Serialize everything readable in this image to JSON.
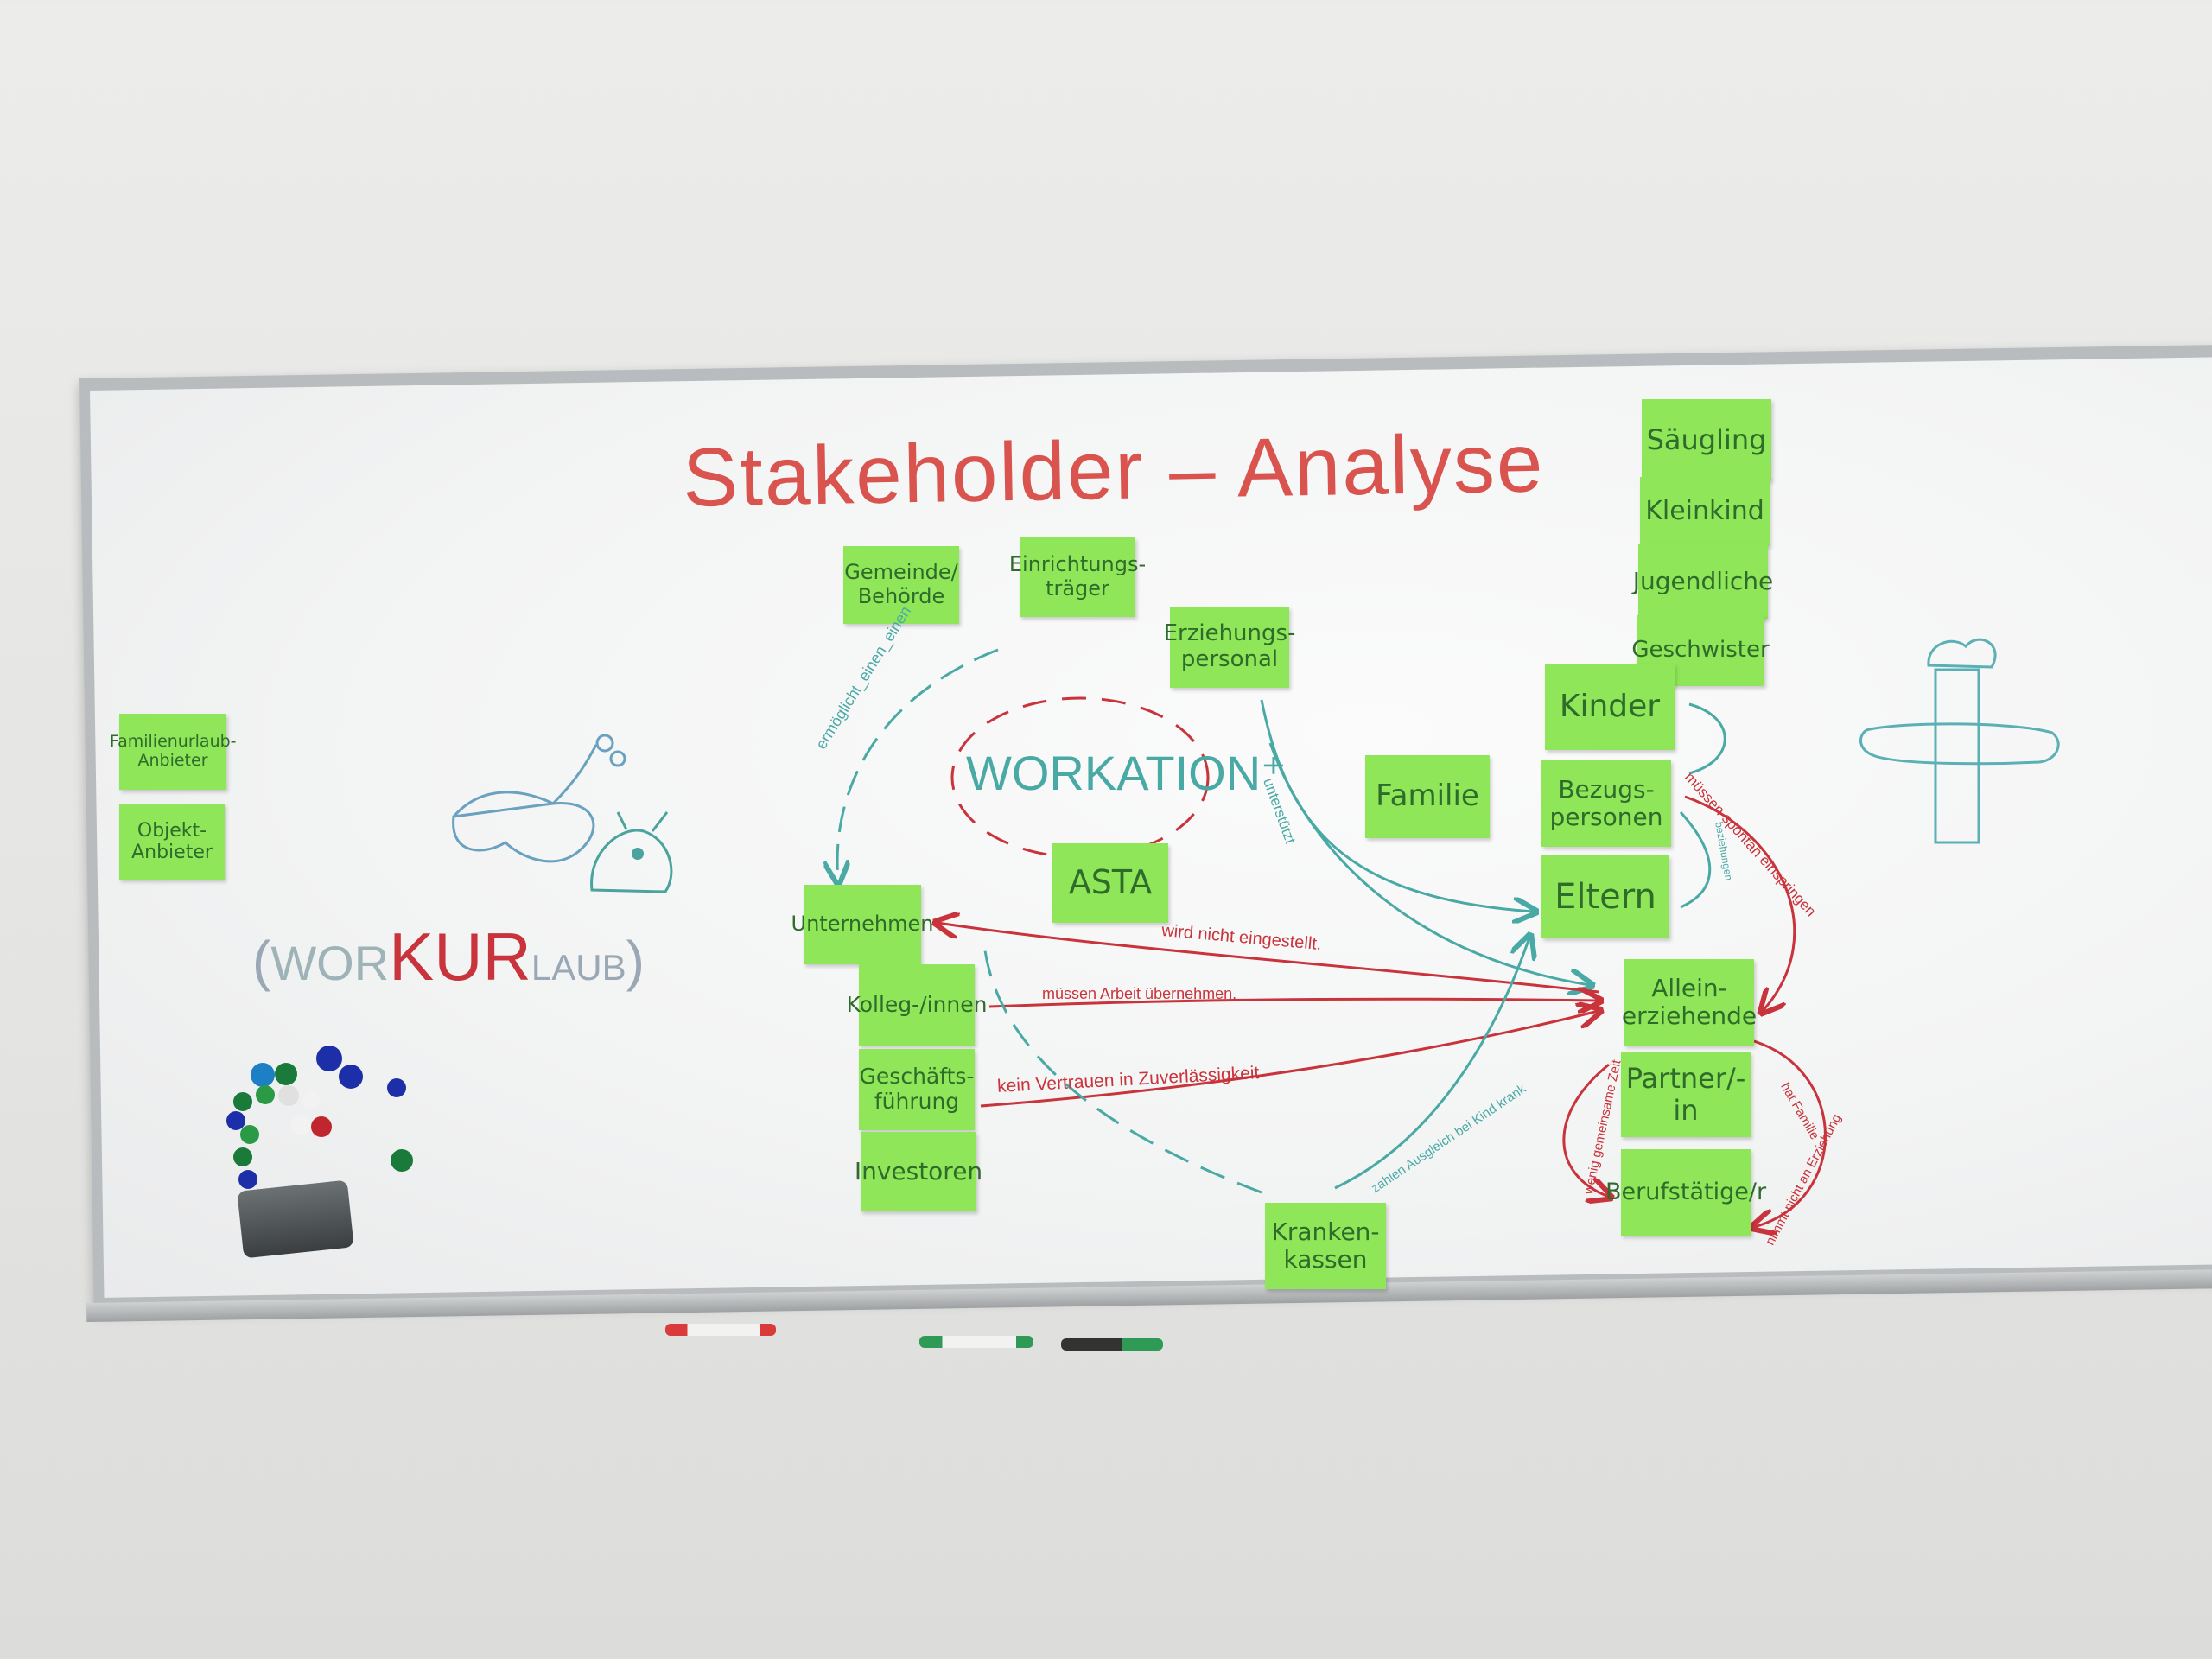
{
  "board": {
    "title": "Stakeholder – Analyse",
    "center_label": "WORKATION⁺",
    "pun": {
      "open": "(",
      "part1": "WOR",
      "part2": "KUR",
      "part3": "LAUB",
      "close": ")"
    }
  },
  "notes": {
    "familienurlaub": "Familienurlaub-Anbieter",
    "objekt": "Objekt-Anbieter",
    "gemeinde": "Gemeinde/ Behörde",
    "einrichtung": "Einrichtungs-träger",
    "erziehung": "Erziehungs-personal",
    "familie": "Familie",
    "asta": "ASTA",
    "unternehmen": "Unternehmen",
    "kollegen": "Kolleg-/innen",
    "geschaeft": "Geschäfts-führung",
    "investoren": "Investoren",
    "kranken": "Kranken-kassen",
    "saeugling": "Säugling",
    "kleinkind": "Kleinkind",
    "jugend": "Jugendliche",
    "geschwister": "Geschwister",
    "kinder": "Kinder",
    "bezugs": "Bezugs-personen",
    "eltern": "Eltern",
    "allein": "Allein-erziehende",
    "partner": "Partner/-in",
    "beruf": "Berufstätige/r"
  },
  "arrows": {
    "ermoeglicht": "ermöglicht_einen_einen",
    "unterstuetzt": "unterstützt",
    "nicht_eingestellt": "wird nicht eingestellt.",
    "arbeit": "müssen Arbeit übernehmen.",
    "vertrauen": "kein Vertrauen in Zuverlässigkeit",
    "spontan": "müssen spontan einspringen",
    "bezug_small": "beziehungen",
    "krank": "zahlen Ausgleich bei Kind krank",
    "zeit": "wenig gemeinsame Zeit",
    "familie_note": "hat Familie",
    "ernaehrer": "nimmt nicht an Erziehung"
  },
  "colors": {
    "note": "#8fe659",
    "red_ink": "#c9333b",
    "teal_ink": "#49a9a5"
  }
}
